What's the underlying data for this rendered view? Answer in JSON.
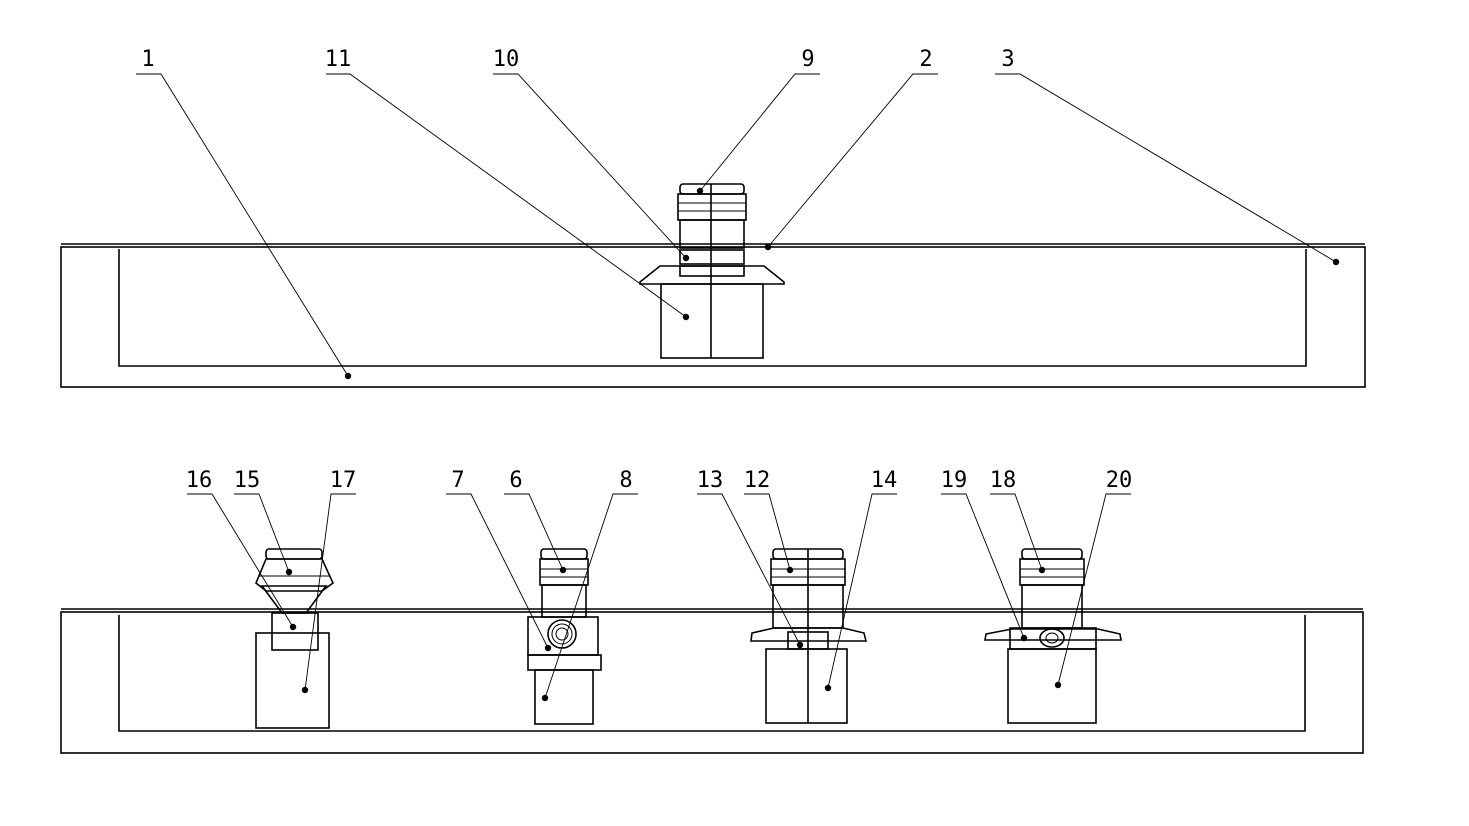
{
  "top_assembly": {
    "labels": [
      "1",
      "11",
      "10",
      "9",
      "2",
      "3"
    ]
  },
  "bottom_assembly": {
    "labels": [
      "16",
      "15",
      "17",
      "7",
      "6",
      "8",
      "13",
      "12",
      "14",
      "19",
      "18",
      "20"
    ]
  }
}
